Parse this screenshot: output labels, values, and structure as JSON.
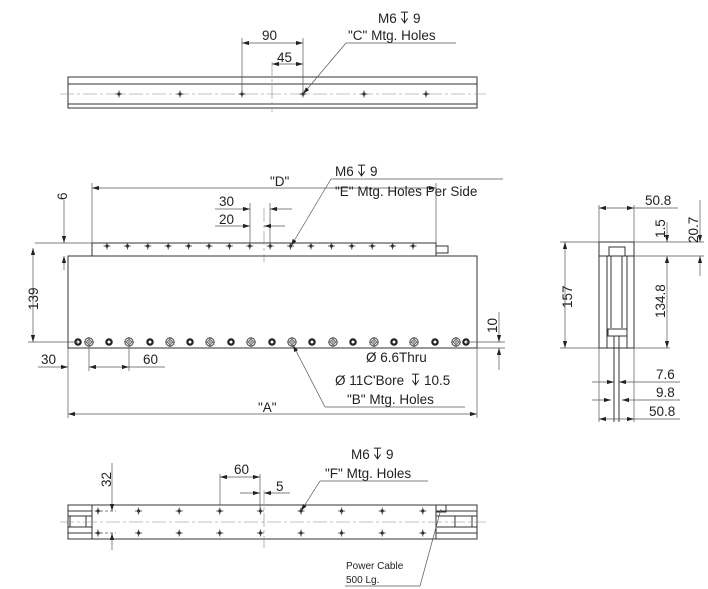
{
  "top_view": {
    "thread": "M6",
    "depth": "9",
    "callout": "\"C\" Mtg. Holes",
    "dim_pitch": "90",
    "dim_offset": "45"
  },
  "front_view": {
    "thread": "M6",
    "depth": "9",
    "callout_e": "\"E\" Mtg. Holes Per Side",
    "dim_d": "\"D\"",
    "dim_30": "30",
    "dim_20": "20",
    "dim_6": "6",
    "dim_139": "139",
    "dim_10": "10",
    "dim_end": "30",
    "dim_pitch": "60",
    "hole_thru": "Ø 6.6Thru",
    "hole_cbore": "Ø 11C'Bore",
    "hole_cbore_depth": "10.5",
    "callout_b": "\"B\" Mtg. Holes",
    "dim_a": "\"A\""
  },
  "side_view": {
    "width_top": "50.8",
    "height_total": "157",
    "dim_1_5": "1.5",
    "dim_20_7": "20.7",
    "dim_134_8": "134.8",
    "dim_7_6": "7.6",
    "dim_9_8": "9.8",
    "width_bottom": "50.8"
  },
  "bottom_view": {
    "thread": "M6",
    "depth": "9",
    "callout": "\"F\" Mtg. Holes",
    "dim_pitch": "60",
    "dim_offset": "5",
    "dim_32": "32",
    "cable_label": "Power Cable",
    "cable_length": "500 Lg."
  }
}
